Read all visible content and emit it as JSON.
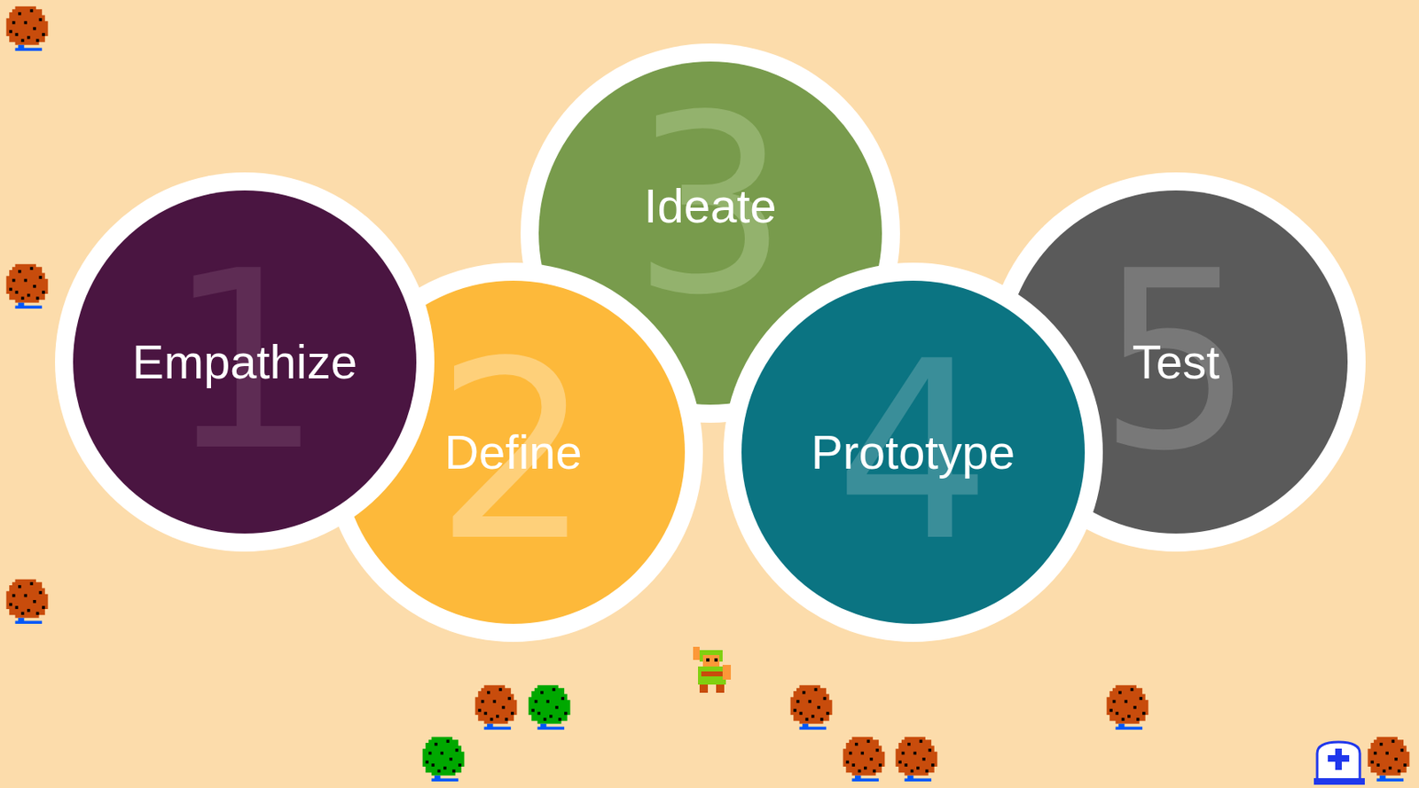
{
  "diagram": {
    "nodes": [
      {
        "text": [
          "Empathize",
          "1"
        ]
      },
      {
        "text": [
          "Define",
          "2"
        ]
      },
      {
        "text": [
          "Ideate",
          "3"
        ]
      },
      {
        "text": [
          "Prototype",
          "4"
        ]
      },
      {
        "text": [
          "Test",
          "5"
        ]
      }
    ]
  }
}
